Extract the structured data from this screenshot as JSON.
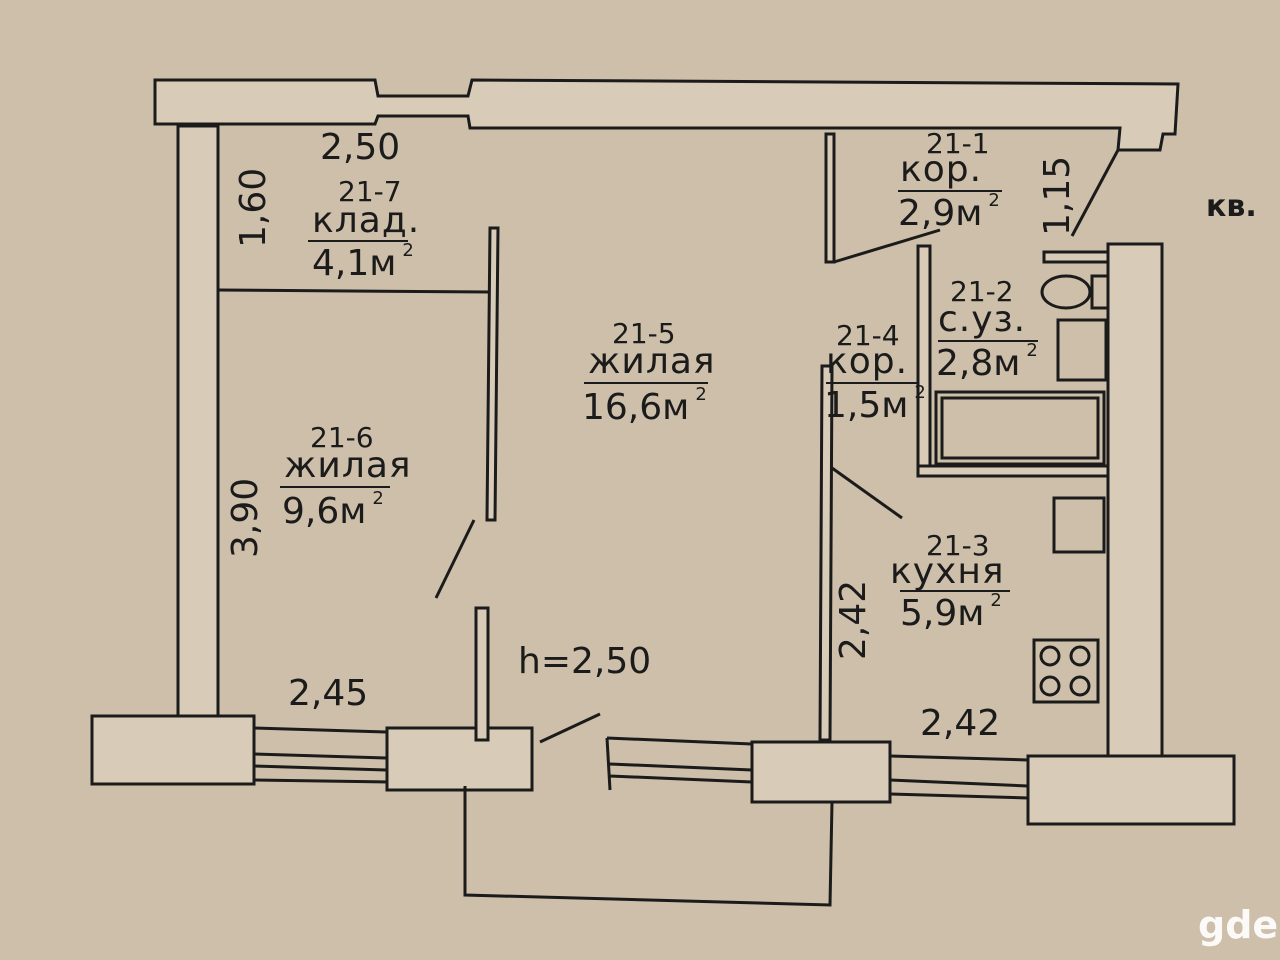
{
  "rooms": [
    {
      "id": "21-7",
      "name": "клад.",
      "area": "4,1м",
      "area_unit_power": "2"
    },
    {
      "id": "21-6",
      "name": "жилая",
      "area": "9,6м",
      "area_unit_power": "2"
    },
    {
      "id": "21-5",
      "name": "жилая",
      "area": "16,6м",
      "area_unit_power": "2"
    },
    {
      "id": "21-1",
      "name": "кор.",
      "area": "2,9м",
      "area_unit_power": "2"
    },
    {
      "id": "21-2",
      "name": "с.уз.",
      "area": "2,8м",
      "area_unit_power": "2"
    },
    {
      "id": "21-4",
      "name": "кор.",
      "area": "1,5м",
      "area_unit_power": "2"
    },
    {
      "id": "21-3",
      "name": "кухня",
      "area": "5,9м",
      "area_unit_power": "2"
    }
  ],
  "dimensions": {
    "top_left": "2,50",
    "closet_side": "1,60",
    "room6_side": "3,90",
    "bottom_left": "2,45",
    "kitchen_side": "2,42",
    "kitchen_bottom": "2,42",
    "corridor_side": "1,15"
  },
  "ceiling_height": "h=2,50",
  "apartment_label": "кв.",
  "watermark": "gde",
  "colors": {
    "paper": "#cdbfa9",
    "wall_fill": "#d8ccb8",
    "ink": "#1b1b1b"
  }
}
